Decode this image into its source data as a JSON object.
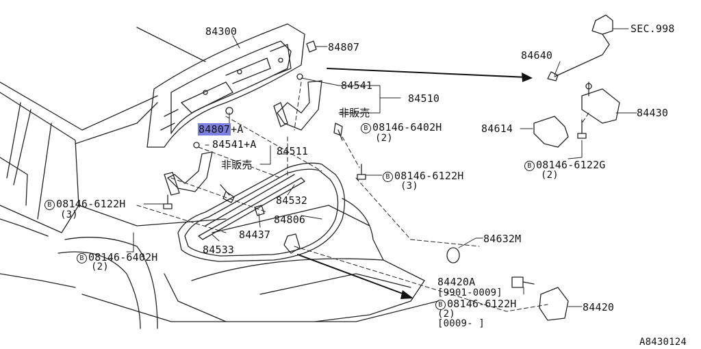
{
  "diagram": {
    "code": "A8430124",
    "highlight_color": "#7b80e0",
    "labels": {
      "p84300": "84300",
      "p84807": "84807",
      "p84807a_num": "84807",
      "p84807a_suffix": "+A",
      "p84541": "84541",
      "p84510": "84510",
      "nfs1": "非販売",
      "b_sym": "B",
      "b1": "08146-6402H",
      "b1q": "(2)",
      "p84541a": "84541+A",
      "p84511": "84511",
      "nfs2": "非販売",
      "b2": "08146-6122H",
      "b2q": "(3)",
      "b3": "08146-6122H",
      "b3q": "(3)",
      "p84532": "84532",
      "p84806": "84806",
      "p84437": "84437",
      "p84533": "84533",
      "b4": "08146-6402H",
      "b4q": "(2)",
      "sec": "SEC.998",
      "p84640": "84640",
      "p84430": "84430",
      "p84614": "84614",
      "b5": "08146-6122G",
      "b5q": "(2)",
      "p84632m": "84632M",
      "p84420a": "84420A",
      "range1": "[9901-0009]",
      "b6": "08146-6122H",
      "b6q": "(2)",
      "range2": "[0009-      ]",
      "p84420": "84420"
    }
  }
}
